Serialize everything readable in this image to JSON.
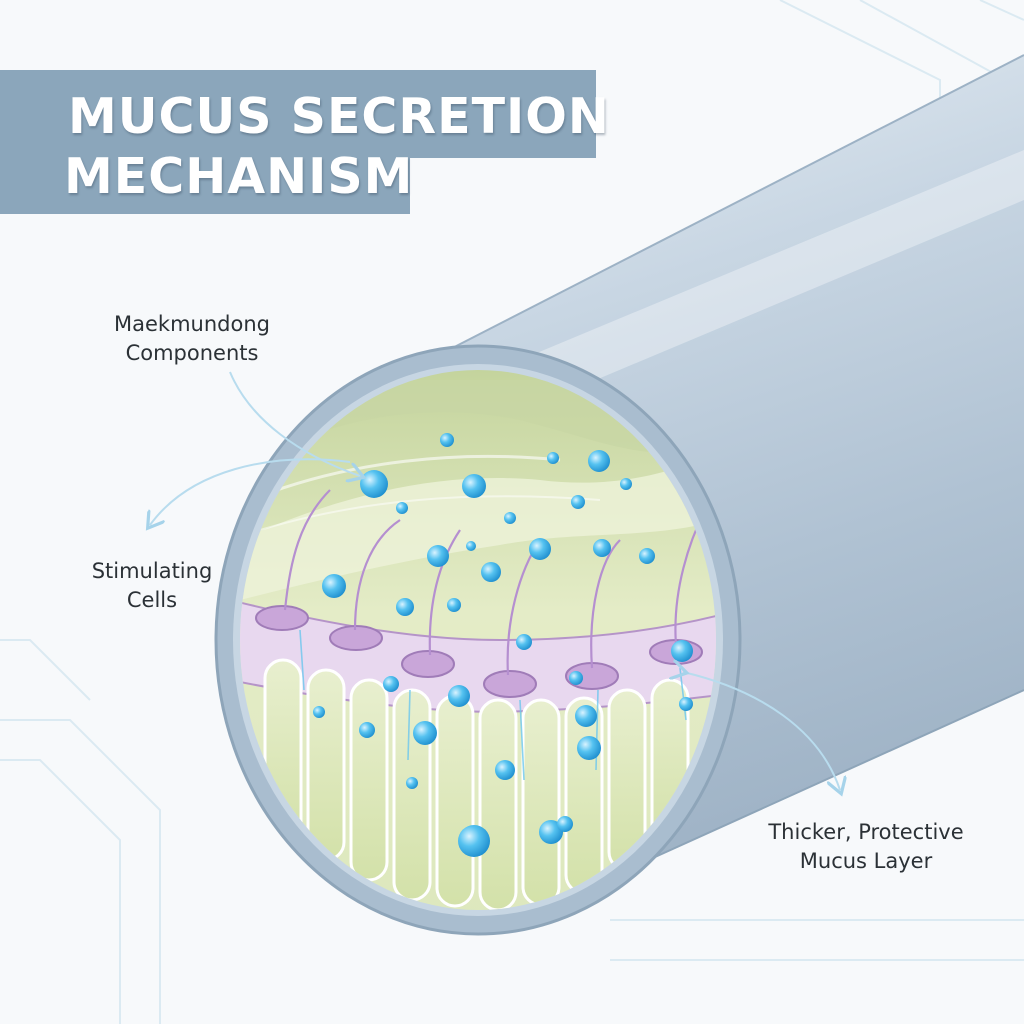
{
  "title": {
    "line1": "MUCUS SECRETION",
    "line2": "MECHANISM"
  },
  "labels": {
    "components": {
      "line1": "Maekmundong",
      "line2": "Components"
    },
    "stimulating": {
      "line1": "Stimulating",
      "line2": "Cells"
    },
    "mucus_layer": {
      "line1": "Thicker, Protective",
      "line2": "Mucus Layer"
    }
  },
  "colors": {
    "banner": "#8ba6bb",
    "tube": "#b9c9d8",
    "mucus": "#dfe9c2",
    "droplet": "#3fb4ea",
    "cell_nucleus": "#c9a6d9",
    "arrow": "#b8dcee"
  }
}
